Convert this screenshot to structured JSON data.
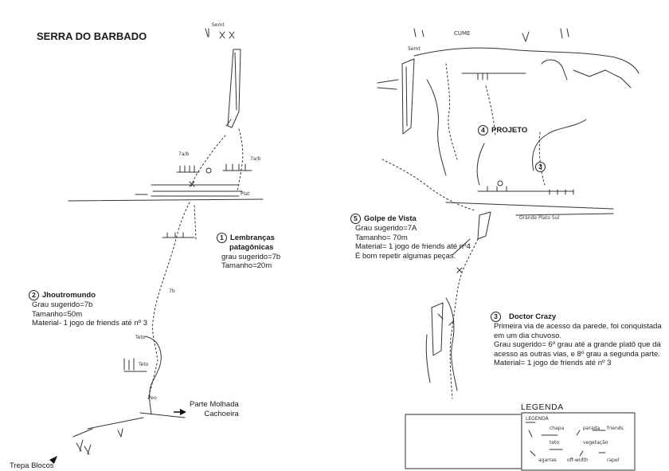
{
  "header": {
    "title": "SERRA DO BARBADO"
  },
  "handwritten": {
    "summit_left": "Semt",
    "summit_right": "Semt",
    "grade_left_a": "7a/b",
    "grade_left_b": "7a/b",
    "plato": "Plat",
    "cume": "CUME",
    "grande_plato": "Grande Plato Sul",
    "grade_7b": "7b",
    "teto_a": "Teto",
    "teto_b": "Teto",
    "peo": "Peo"
  },
  "routes": [
    {
      "number": "1",
      "name": "Lembranças",
      "name2": "patagônicas",
      "lines": [
        "grau sugerido=7b",
        "Tamanho=20m"
      ]
    },
    {
      "number": "2",
      "name": "Jhoutromundo",
      "lines": [
        "Grau sugerido=7b",
        "Tamanho=50m",
        "Material- 1 jogo de friends até nº 3"
      ]
    },
    {
      "number": "4",
      "name": "PROJETO"
    },
    {
      "number": "3",
      "label_only": true
    },
    {
      "number": "5",
      "name": "Golpe de Vista",
      "lines": [
        "Grau sugerido=7A",
        "Tamanho= 70m",
        "Material= 1 jogo de friends até nº4",
        "É bom repetir algumas peças."
      ]
    },
    {
      "number": "3",
      "name": "Doctor Crazy",
      "lines": [
        "Primeira via de acesso da parede, foi conquistada",
        "em um dia chuvoso.",
        "Grau sugerido= 6º grau até a grande platô que dá",
        "acesso as outras vias, e 8º grau a segunda parte.",
        "Material= 1 jogo de friends até nº 3"
      ]
    }
  ],
  "annotations": {
    "parte_molhada": "Parte Molhada",
    "cachoeira": "Cachoeira",
    "trepa_blocos": "Trepa Blocos"
  },
  "legend": {
    "title": "LEGENDA",
    "heading": "LEGENDA",
    "items": [
      "chapa",
      "parada",
      "friends",
      "teto",
      "vegetação",
      "agarras",
      "off-width",
      "rapel"
    ]
  },
  "colors": {
    "ink": "#1a1a1a",
    "sketch": "#3a3a3a",
    "background": "#ffffff"
  }
}
